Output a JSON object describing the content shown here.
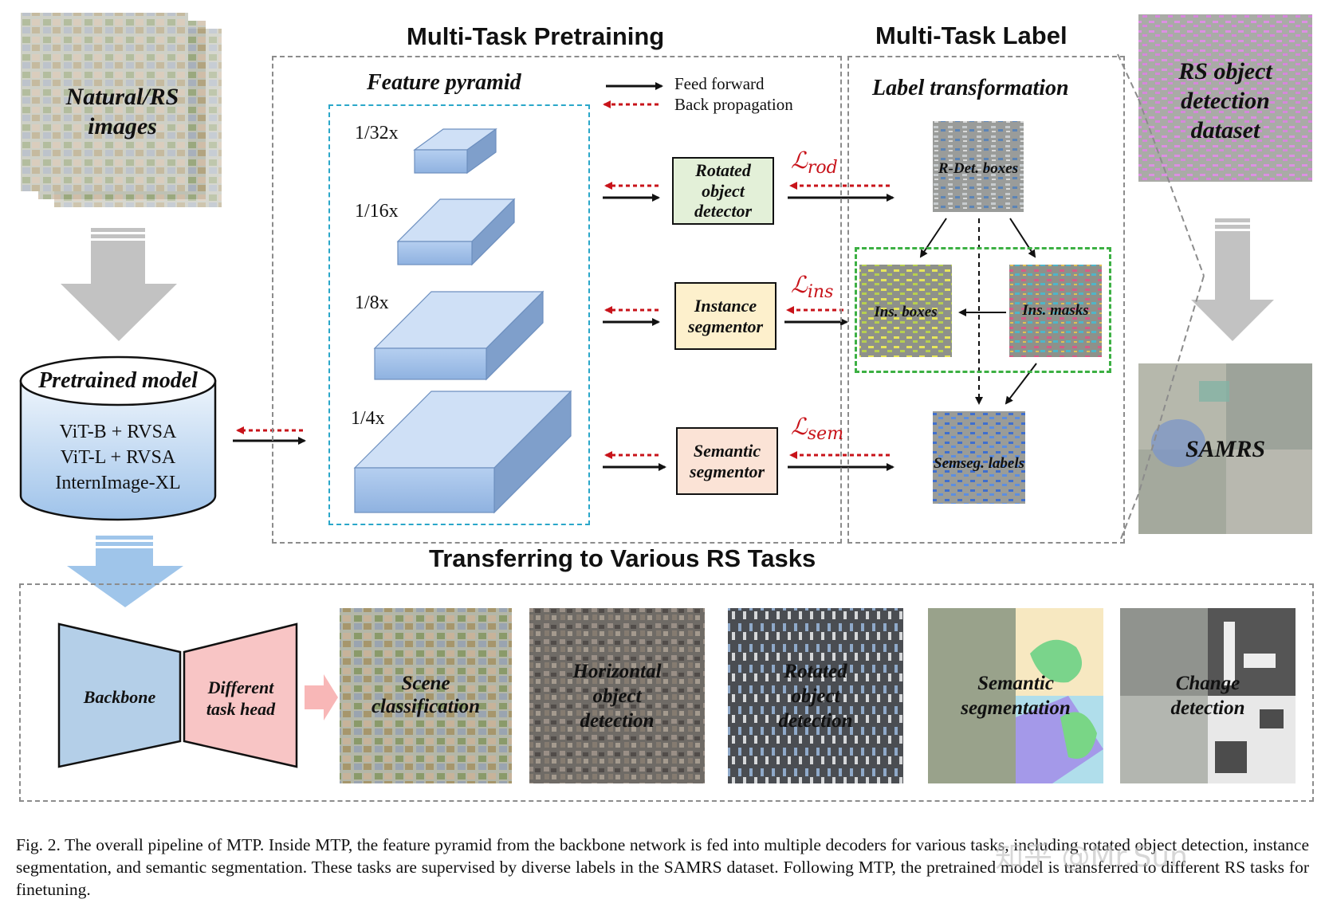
{
  "titles": {
    "pretraining": "Multi-Task Pretraining",
    "label": "Multi-Task Label",
    "transfer": "Transferring to Various RS Tasks"
  },
  "inputs": {
    "natural": "Natural/RS images",
    "rs_dataset": "RS object detection dataset",
    "samrs": "SAMRS"
  },
  "pretrained": {
    "title": "Pretrained model",
    "models": [
      "ViT-B + RVSA",
      "ViT-L + RVSA",
      "InternImage-XL"
    ]
  },
  "pyramid": {
    "title": "Feature pyramid",
    "levels": [
      "1/32x",
      "1/16x",
      "1/8x",
      "1/4x"
    ]
  },
  "legend": {
    "forward": "Feed forward",
    "backward": "Back propagation"
  },
  "heads": [
    {
      "label": "Rotated object detector",
      "loss": "rod",
      "color": "#e3f0d8"
    },
    {
      "label": "Instance segmentor",
      "loss": "ins",
      "color": "#fdf0cc"
    },
    {
      "label": "Semantic segmentor",
      "loss": "sem",
      "color": "#fbe3d6"
    }
  ],
  "loss_symbol": "ℒ",
  "label_section": {
    "title": "Label transformation",
    "rdet": "R-Det. boxes",
    "ins_boxes": "Ins. boxes",
    "ins_masks": "Ins. masks",
    "semseg": "Semseg. labels"
  },
  "transfer": {
    "backbone": "Backbone",
    "head": "Different task head",
    "tasks": [
      "Scene classification",
      "Horizontal object detection",
      "Rotated object detection",
      "Semantic segmentation",
      "Change detection"
    ]
  },
  "caption": "Fig. 2.   The overall pipeline of MTP. Inside MTP, the feature pyramid from the backbone network is fed into multiple decoders for various tasks, including rotated object detection, instance segmentation, and semantic segmentation. These tasks are supervised by diverse labels in the SAMRS dataset. Following MTP, the pretrained model is transferred to different RS tasks for finetuning.",
  "watermark": "知乎 @Mr.Sun",
  "colors": {
    "loss_red": "#c8131a",
    "pyramid_blue": "#a9c6ea",
    "backbone_blue": "#b4cfe8",
    "head_pink": "#f8c5c5",
    "cyan_dash": "#2aa7c9",
    "green_dash": "#3cb043",
    "grey_arrow": "#c2c2c2",
    "light_blue_arrow": "#9fc5ea"
  },
  "icons": [
    "forward-arrow-icon",
    "backprop-arrow-icon"
  ]
}
